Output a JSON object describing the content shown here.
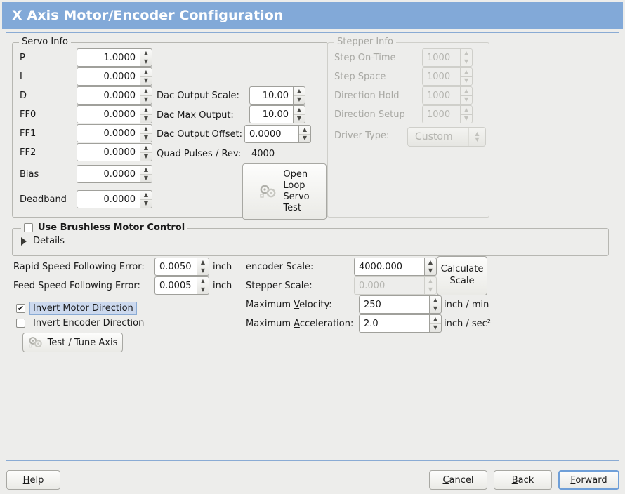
{
  "window": {
    "title": "X Axis Motor/Encoder Configuration",
    "header_color": "#82a9d8",
    "background_color": "#ededeb",
    "accent_color": "#6f9fd8"
  },
  "servo_info": {
    "legend": "Servo Info",
    "fields": [
      {
        "label": "P",
        "value": "1.0000"
      },
      {
        "label": "I",
        "value": "0.0000"
      },
      {
        "label": "D",
        "value": "0.0000"
      },
      {
        "label": "FF0",
        "value": "0.0000"
      },
      {
        "label": "FF1",
        "value": "0.0000"
      },
      {
        "label": "FF2",
        "value": "0.0000"
      },
      {
        "label": "Bias",
        "value": "0.0000"
      },
      {
        "label": "Deadband",
        "value": "0.0000"
      }
    ],
    "dac": [
      {
        "label": "Dac Output Scale:",
        "value": "10.00"
      },
      {
        "label": "Dac Max Output:",
        "value": "10.00"
      },
      {
        "label": "Dac Output Offset:",
        "value": "0.0000"
      }
    ],
    "quad_pulses": {
      "label": "Quad Pulses / Rev:",
      "value": "4000"
    },
    "open_loop_button": {
      "line1": "Open",
      "line2": "Loop",
      "line3": "Servo",
      "line4": "Test",
      "icon": "gears-icon"
    }
  },
  "stepper_info": {
    "legend": "Stepper Info",
    "enabled": false,
    "fields": [
      {
        "label": "Step On-Time",
        "value": "1000"
      },
      {
        "label": "Step Space",
        "value": "1000"
      },
      {
        "label": "Direction Hold",
        "value": "1000"
      },
      {
        "label": "Direction Setup",
        "value": "1000"
      }
    ],
    "driver_type": {
      "label": "Driver Type:",
      "value": "Custom"
    }
  },
  "brushless": {
    "checkbox_label": "Use Brushless Motor Control",
    "checked": false,
    "details_label": "Details",
    "details_expanded": false
  },
  "following_error": {
    "rapid": {
      "label": "Rapid Speed Following Error:",
      "value": "0.0050",
      "unit": "inch"
    },
    "feed": {
      "label": "Feed Speed Following Error:",
      "value": "0.0005",
      "unit": "inch"
    }
  },
  "direction": {
    "invert_motor": {
      "label": "Invert Motor Direction",
      "checked": true,
      "focused": true
    },
    "invert_encoder": {
      "label": "Invert Encoder Direction",
      "checked": false,
      "focused": false
    }
  },
  "test_tune_button": {
    "label": "Test / Tune Axis",
    "icon": "gears-icon"
  },
  "scale": {
    "encoder": {
      "label": "encoder Scale:",
      "value": "4000.000",
      "enabled": true
    },
    "stepper": {
      "label": "Stepper Scale:",
      "value": "0.000",
      "enabled": false
    },
    "calculate_button": {
      "line1": "Calculate",
      "line2": "Scale"
    },
    "max_velocity": {
      "label_pre": "Maximum ",
      "label_mnemonic": "V",
      "label_post": "elocity:",
      "value": "250",
      "unit": "inch / min"
    },
    "max_acceleration": {
      "label_pre": "Maximum ",
      "label_mnemonic": "A",
      "label_post": "cceleration:",
      "value": "2.0",
      "unit": "inch / sec²"
    }
  },
  "footer": {
    "help": {
      "mnemonic": "H",
      "rest": "elp"
    },
    "cancel": {
      "mnemonic": "C",
      "rest": "ancel"
    },
    "back": {
      "mnemonic": "B",
      "rest": "ack"
    },
    "forward": {
      "mnemonic": "F",
      "rest": "orward",
      "is_default": true
    }
  }
}
